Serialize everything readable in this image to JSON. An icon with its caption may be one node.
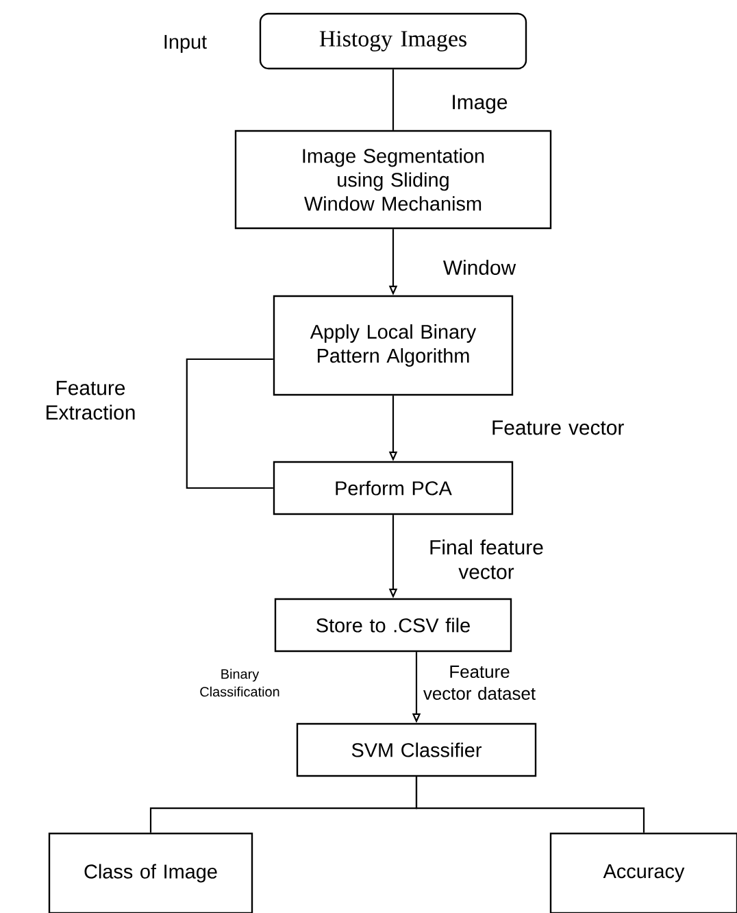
{
  "diagram": {
    "nodes": [
      {
        "text": [
          "Histogy Images"
        ],
        "beside": [
          "Input"
        ]
      },
      {
        "text": [
          "Image Segmentation using Sliding Window Mechanism"
        ]
      },
      {
        "text": [
          "Apply Local Binary Pattern Algorithm"
        ]
      },
      {
        "text": [
          "Perform PCA"
        ]
      },
      {
        "text": [
          "Store to .CSV file"
        ]
      },
      {
        "text": [
          "SVM Classifier"
        ]
      },
      {
        "text": [
          "Class of Image"
        ]
      },
      {
        "text": [
          "Accuracy"
        ]
      }
    ],
    "edges": [
      {
        "from": 0,
        "to": 1,
        "arrow": "none",
        "label": "Image"
      },
      {
        "from": 1,
        "to": 2,
        "arrow": "to",
        "label": "Window"
      },
      {
        "from": 2,
        "to": 3,
        "arrow": "to",
        "label": "Feature vector"
      },
      {
        "from": 2,
        "to": 3,
        "arrow": "none",
        "label": "Feature Extraction"
      },
      {
        "from": 3,
        "to": 4,
        "arrow": "to",
        "label": "Final feature vector"
      },
      {
        "from": 4,
        "to": 5,
        "arrow": "to",
        "label": "Feature vector dataset"
      },
      {
        "from": 5,
        "to": 6,
        "arrow": "none"
      },
      {
        "from": 5,
        "to": 7,
        "arrow": "none"
      }
    ],
    "labels": [
      "Binary Classification"
    ]
  }
}
